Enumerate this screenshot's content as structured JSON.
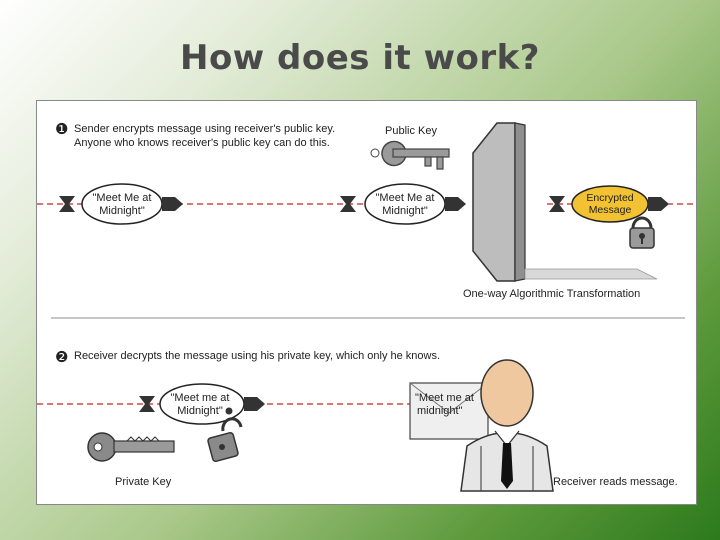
{
  "slide": {
    "title": "How does it work?"
  },
  "step1": {
    "number": "❶",
    "line1": "Sender encrypts message using receiver's public key.",
    "line2": "Anyone who knows receiver's public key can do this.",
    "public_key_label": "Public Key",
    "message1_line1": "\"Meet Me at",
    "message1_line2": "Midnight\"",
    "message2_line1": "\"Meet Me at",
    "message2_line2": "Midnight\"",
    "encrypted_line1": "Encrypted",
    "encrypted_line2": "Message",
    "transformation_label": "One-way Algorithmic Transformation"
  },
  "step2": {
    "number": "❷",
    "line1": "Receiver decrypts the message using his private key, which only he knows.",
    "message_line1": "\"Meet me at",
    "message_line2": "Midnight\"",
    "note_line1": "\"Meet me at",
    "note_line2": "midnight\"",
    "private_key_label": "Private Key",
    "receiver_label": "Receiver reads message."
  },
  "colors": {
    "arrow_line": "#cc2222",
    "encrypted_fill": "#f2c232",
    "key_fill": "#8a8a8a",
    "wall_fill": "#c8c8c8"
  }
}
